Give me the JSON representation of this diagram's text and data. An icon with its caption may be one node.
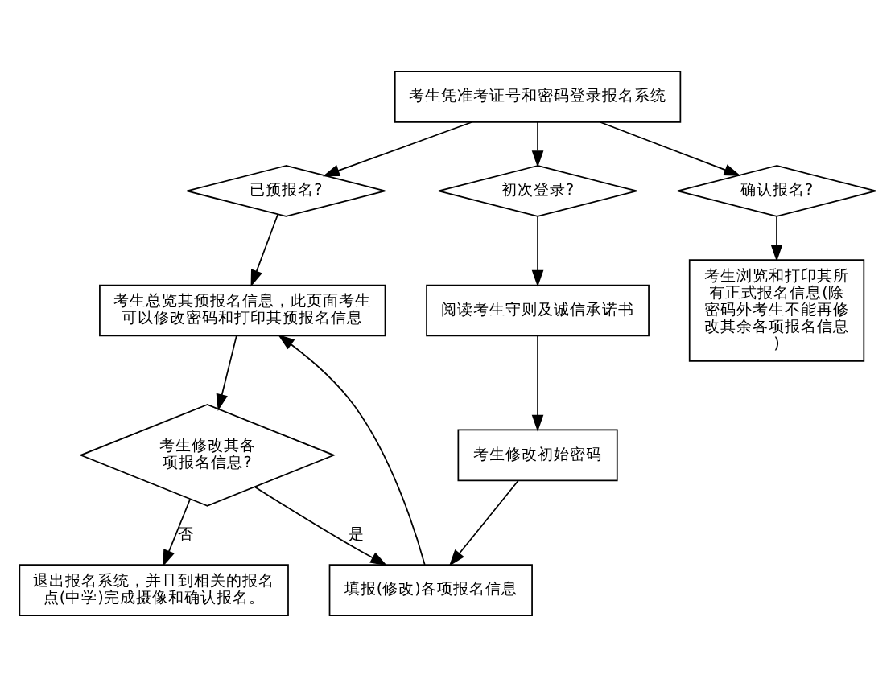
{
  "diagram": {
    "nodes": [
      {
        "text": [
          "考生凭准考证号和密码登录报名系统"
        ]
      },
      {
        "text": [
          "已预报名?"
        ]
      },
      {
        "text": [
          "初次登录?"
        ]
      },
      {
        "text": [
          "确认报名?"
        ]
      },
      {
        "text": [
          "阅读考生守则及诚信承诺书"
        ]
      },
      {
        "text": [
          "考生浏览和打印其所有正式报名信息(除密码外考生不能再修改其余各项报名信息)"
        ]
      },
      {
        "text": [
          "考生修改初始密码"
        ]
      },
      {
        "text": [
          "填报(修改)各项报名信息"
        ]
      },
      {
        "text": [
          "考生总览其预报名信息，此页面考生可以修改密码和打印其预报名信息"
        ]
      },
      {
        "text": [
          "考生修改其各项报名信息?"
        ]
      },
      {
        "text": [
          "退出报名系统，并且到相关的报名点(中学)完成摄像和确认报名。"
        ]
      }
    ],
    "edges": [
      {
        "from": 0,
        "to": 1,
        "arrow": "to"
      },
      {
        "from": 0,
        "to": 2,
        "arrow": "to"
      },
      {
        "from": 0,
        "to": 3,
        "arrow": "to"
      },
      {
        "from": 2,
        "to": 4,
        "arrow": "to"
      },
      {
        "from": 3,
        "to": 5,
        "arrow": "to"
      },
      {
        "from": 4,
        "to": 6,
        "arrow": "to"
      },
      {
        "from": 6,
        "to": 7,
        "arrow": "to"
      },
      {
        "from": 7,
        "to": 8,
        "arrow": "to"
      },
      {
        "from": 1,
        "to": 8,
        "arrow": "to"
      },
      {
        "from": 8,
        "to": 9,
        "arrow": "to"
      },
      {
        "from": 9,
        "to": 7,
        "arrow": "to",
        "label": "是"
      },
      {
        "from": 9,
        "to": 10,
        "arrow": "to",
        "label": "否"
      }
    ]
  }
}
